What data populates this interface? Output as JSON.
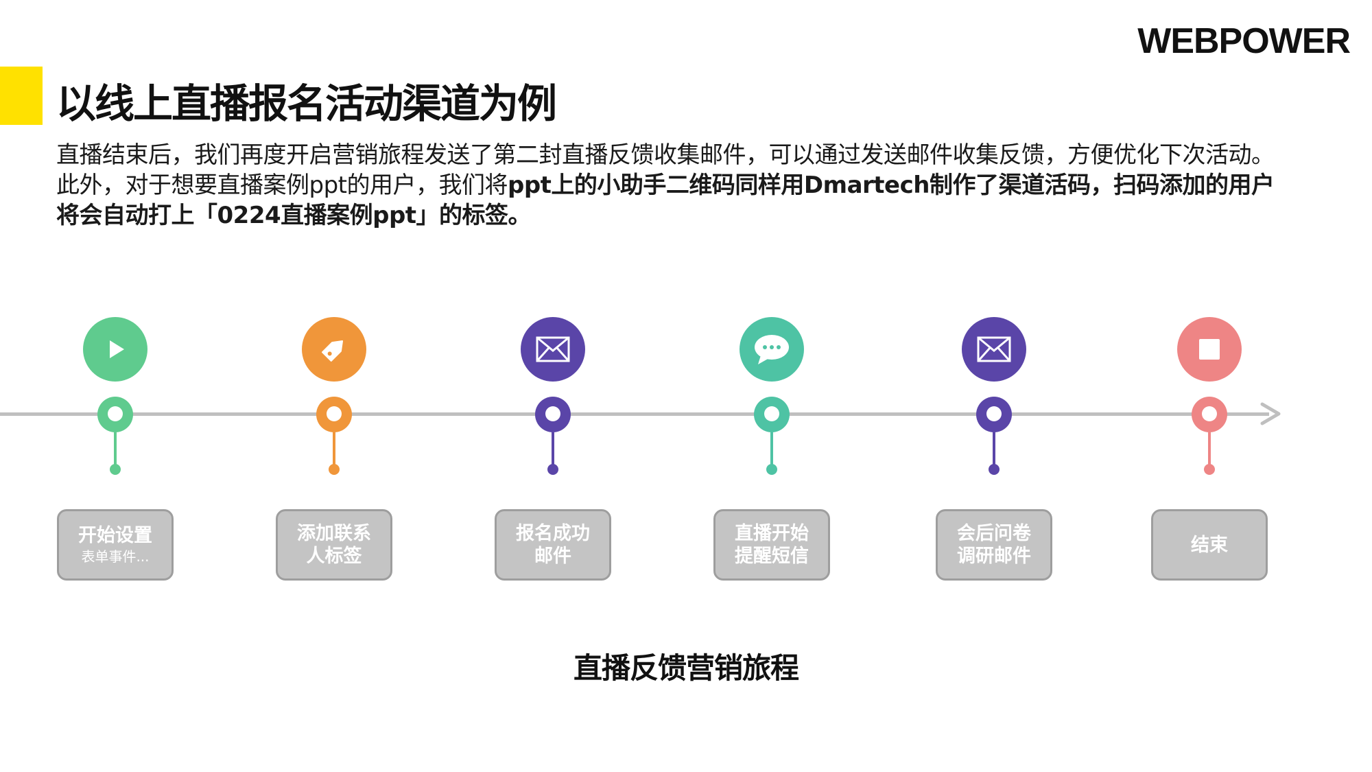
{
  "brand": "WEBPOWER",
  "title": "以线上直播报名活动渠道为例",
  "description": {
    "part1": "直播结束后，我们再度开启营销旅程发送了第二封直播反馈收集邮件，可以通过发送邮件收集反馈，方便优化下次活动。此外，对于想要直播案例ppt的用户，我们将",
    "part2": "ppt上的小助手二维码同样用Dmartech制作了渠道活码，扫码添加的用户将会自动打上「0224直播案例ppt」的标签。"
  },
  "colors": {
    "accent": "#FFE100",
    "green": "#5FCB8E",
    "orange": "#F0963A",
    "purple": "#5A45A8",
    "teal": "#4EC3A4",
    "pink": "#EE8585",
    "line": "#BFBFBF"
  },
  "steps": [
    {
      "icon": "play-icon",
      "color": "#5FCB8E",
      "line1": "开始设置",
      "line2": "表单事件..."
    },
    {
      "icon": "tag-icon",
      "color": "#F0963A",
      "line1": "添加联系",
      "line2": "人标签"
    },
    {
      "icon": "envelope-icon",
      "color": "#5A45A8",
      "line1": "报名成功",
      "line2": "邮件"
    },
    {
      "icon": "chat-bubble-icon",
      "color": "#4EC3A4",
      "line1": "直播开始",
      "line2": "提醒短信"
    },
    {
      "icon": "envelope-icon",
      "color": "#5A45A8",
      "line1": "会后问卷",
      "line2": "调研邮件"
    },
    {
      "icon": "stop-icon",
      "color": "#EE8585",
      "line1": "结束",
      "line2": ""
    }
  ],
  "caption": "直播反馈营销旅程"
}
